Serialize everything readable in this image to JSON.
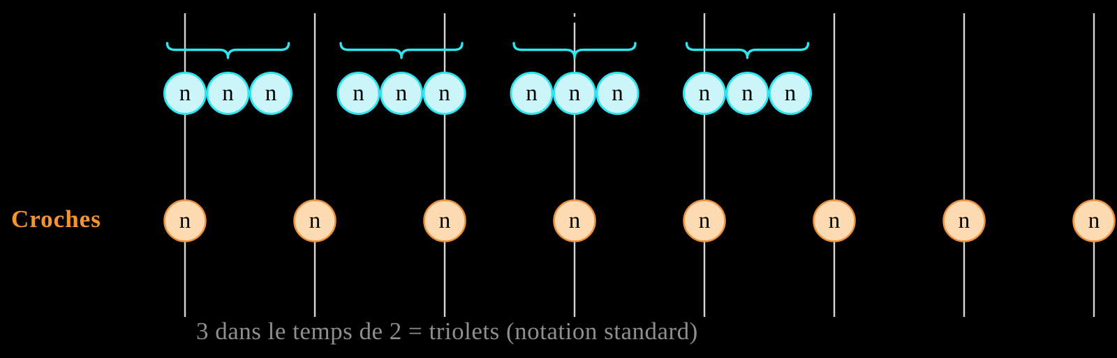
{
  "colors": {
    "background": "#000000",
    "beat_line": "#d6d6d6",
    "triplet_stroke": "#2ee6f2",
    "triplet_fill": "#ccf5f9",
    "croche_stroke": "#ef913c",
    "croche_fill": "#fcdbb2",
    "row_label": "#f79430",
    "caption": "#8f8f8f",
    "note_text": "#000000"
  },
  "row_label": {
    "text": "Croches"
  },
  "triplets": {
    "note_label": "n",
    "groups_count": 4,
    "notes_per_group": 3
  },
  "croches": {
    "note_label": "n",
    "count": 8
  },
  "caption": {
    "text": "3 dans le temps de 2 = triolets (notation standard)"
  }
}
